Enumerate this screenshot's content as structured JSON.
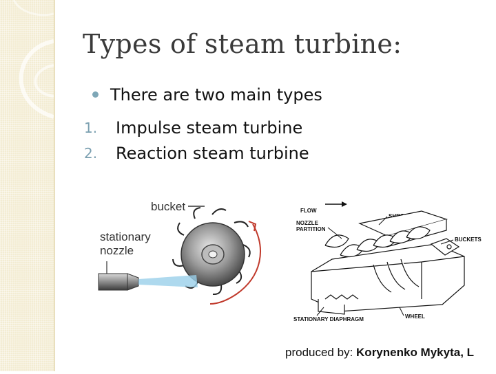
{
  "slide": {
    "title": "Types of steam turbine:",
    "bullet": "There are two main types",
    "list": [
      {
        "num": "1.",
        "text": "Impulse steam turbine"
      },
      {
        "num": "2.",
        "text": "Reaction steam turbine"
      }
    ]
  },
  "figure_impulse": {
    "label_bucket": "bucket",
    "label_nozzle_1": "stationary",
    "label_nozzle_2": "nozzle"
  },
  "figure_reaction": {
    "flow": "FLOW",
    "shroud": "SHROUD BAND",
    "nozzle_1": "NOZZLE",
    "nozzle_2": "PARTITION",
    "buckets": "BUCKETS",
    "diaphragm": "STATIONARY DIAPHRAGM",
    "wheel": "WHEEL"
  },
  "footer": {
    "prefix": "produced by:",
    "name": "Korynenko Mykyta, L"
  },
  "colors": {
    "side_strip": "#f3ecd2",
    "bullet": "#7ea7b7",
    "arrow": "#c0392b",
    "water": "#9ad0ea"
  }
}
